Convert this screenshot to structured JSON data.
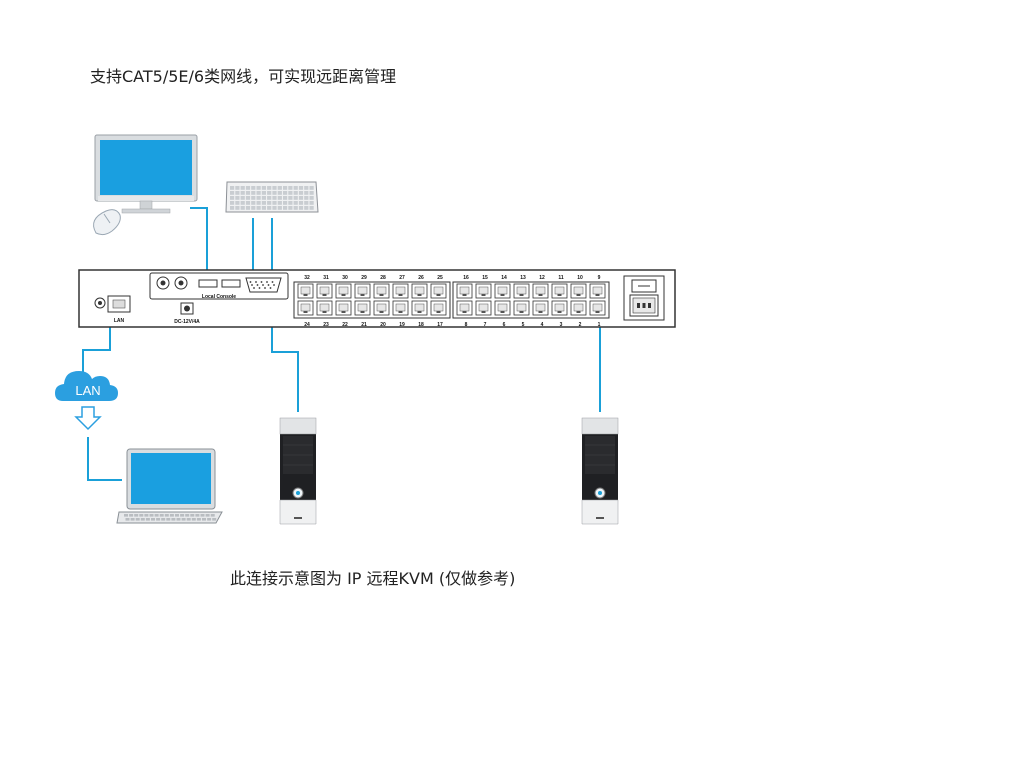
{
  "header": {
    "caption": "支持CAT5/5E/6类网线，可实现远距离管理"
  },
  "footer": {
    "caption": "此连接示意图为 IP 远程KVM (仅做参考)"
  },
  "kvm": {
    "local_console_label": "Local Console",
    "lan_port_label": "LAN",
    "power_label": "DC-12V/4A",
    "ports_top_left": [
      "32",
      "31",
      "30",
      "29",
      "28",
      "27",
      "26",
      "25"
    ],
    "ports_bottom_left": [
      "24",
      "23",
      "22",
      "21",
      "20",
      "19",
      "18",
      "17"
    ],
    "ports_top_right": [
      "16",
      "15",
      "14",
      "13",
      "12",
      "11",
      "10",
      "9"
    ],
    "ports_bottom_right": [
      "8",
      "7",
      "6",
      "5",
      "4",
      "3",
      "2",
      "1"
    ]
  },
  "lan_cloud": {
    "label": "LAN"
  },
  "colors": {
    "cable": "#1aa0d8",
    "cloud": "#2b9fe0",
    "screen": "#1a9fe0",
    "panel_border": "#333333"
  }
}
